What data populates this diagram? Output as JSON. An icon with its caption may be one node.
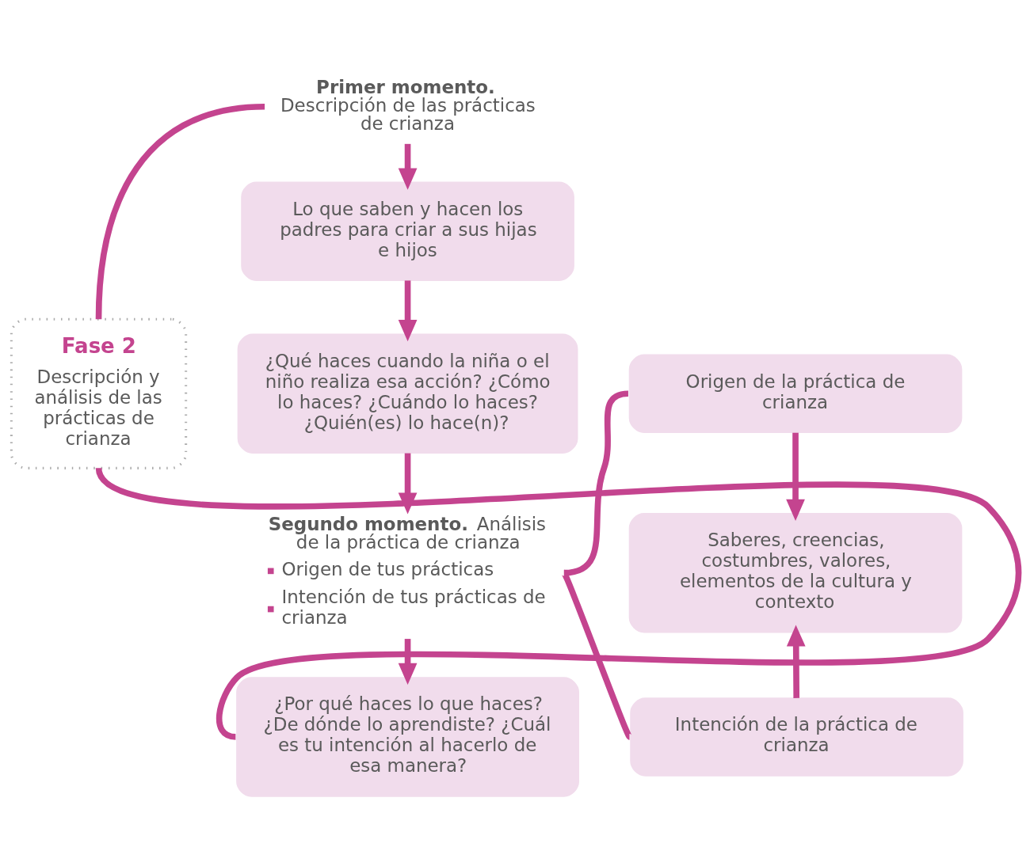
{
  "diagram": {
    "nodes": [
      {
        "text": [
          "Fase 2",
          "Descripción y análisis de las prácticas de crianza"
        ]
      },
      {
        "text": [
          "**Primer momento.** Descripción de las prácticas de crianza"
        ]
      },
      {
        "text": [
          "Lo que saben y hacen los padres para criar a sus hijas e hijos"
        ]
      },
      {
        "text": [
          "¿Qué haces cuando la niña o el niño realiza esa acción? ¿Cómo lo haces? ¿Cuándo lo haces? ¿Quién(es) lo hace(n)?"
        ]
      },
      {
        "text": [
          "**Segundo momento.** Análisis de la práctica de crianza",
          "Origen de tus prácticas",
          "Intención de tus prácticas de crianza"
        ]
      },
      {
        "text": [
          "¿Por qué haces lo que haces? ¿De dónde lo aprendiste? ¿Cuál es tu intención al hacerlo de esa manera?"
        ]
      },
      {
        "text": [
          "Origen de la práctica de crianza"
        ]
      },
      {
        "text": [
          "Saberes, creencias, costumbres, valores, elementos de la cultura y contexto"
        ]
      },
      {
        "text": [
          "Intención de la práctica de crianza"
        ]
      }
    ],
    "edges": [
      {
        "from": 0,
        "to": 1,
        "arrow": "none"
      },
      {
        "from": 0,
        "to": 5,
        "arrow": "none"
      },
      {
        "from": 1,
        "to": 2,
        "arrow": "to"
      },
      {
        "from": 2,
        "to": 3,
        "arrow": "to"
      },
      {
        "from": 3,
        "to": 4,
        "arrow": "to"
      },
      {
        "from": 4,
        "to": 5,
        "arrow": "to"
      },
      {
        "from": 4,
        "to": 6,
        "arrow": "none"
      },
      {
        "from": 4,
        "to": 8,
        "arrow": "none"
      },
      {
        "from": 6,
        "to": 7,
        "arrow": "to"
      },
      {
        "from": 8,
        "to": 7,
        "arrow": "to"
      }
    ]
  }
}
